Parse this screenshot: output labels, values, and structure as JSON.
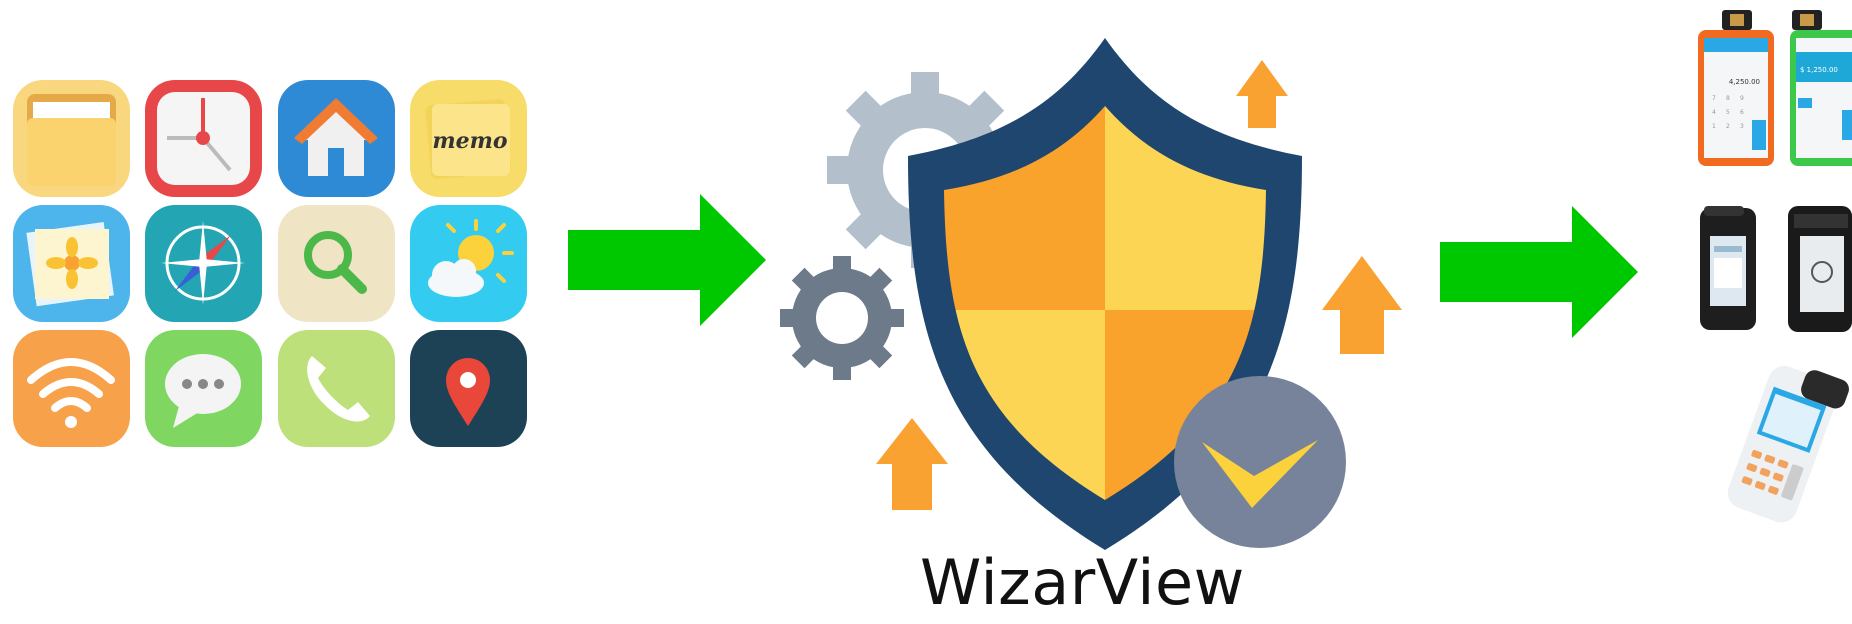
{
  "brand": {
    "name": "WizarView"
  },
  "app_icons": [
    {
      "icon": "folder-icon",
      "color": "#f7c95c"
    },
    {
      "icon": "clock-icon",
      "color": "#e8474a"
    },
    {
      "icon": "home-icon",
      "color": "#2f8ad6"
    },
    {
      "icon": "memo-icon",
      "color": "#f7dc6a",
      "label": "memo"
    },
    {
      "icon": "photos-icon",
      "color": "#4db4ec"
    },
    {
      "icon": "compass-icon",
      "color": "#23a5b3"
    },
    {
      "icon": "search-icon",
      "color": "#efe4c4"
    },
    {
      "icon": "weather-icon",
      "color": "#33ccf0"
    },
    {
      "icon": "wifi-icon",
      "color": "#f7a14a"
    },
    {
      "icon": "messages-icon",
      "color": "#7fd660"
    },
    {
      "icon": "phone-icon",
      "color": "#bde07a"
    },
    {
      "icon": "location-pin-icon",
      "color": "#1d4256"
    }
  ],
  "colors": {
    "arrow_green": "#00c800",
    "up_arrow_orange": "#f9a232",
    "shield_border": "#1e466f",
    "shield_orange": "#f9a22c",
    "shield_yellow": "#fbd553",
    "gear_light": "#b3c0cc",
    "gear_dark": "#6c7a8a",
    "check_circle": "#76839a",
    "check_mark": "#fbd23b"
  },
  "devices": [
    {
      "icon": "pos-terminal-orange-icon"
    },
    {
      "icon": "pos-terminal-green-icon"
    },
    {
      "icon": "handheld-terminal-icon"
    },
    {
      "icon": "handheld-terminal-card-icon"
    },
    {
      "icon": "payment-terminal-icon"
    }
  ],
  "device_screen": {
    "amount_1": "4,250.00",
    "amount_2": "$ 1,250.00"
  }
}
